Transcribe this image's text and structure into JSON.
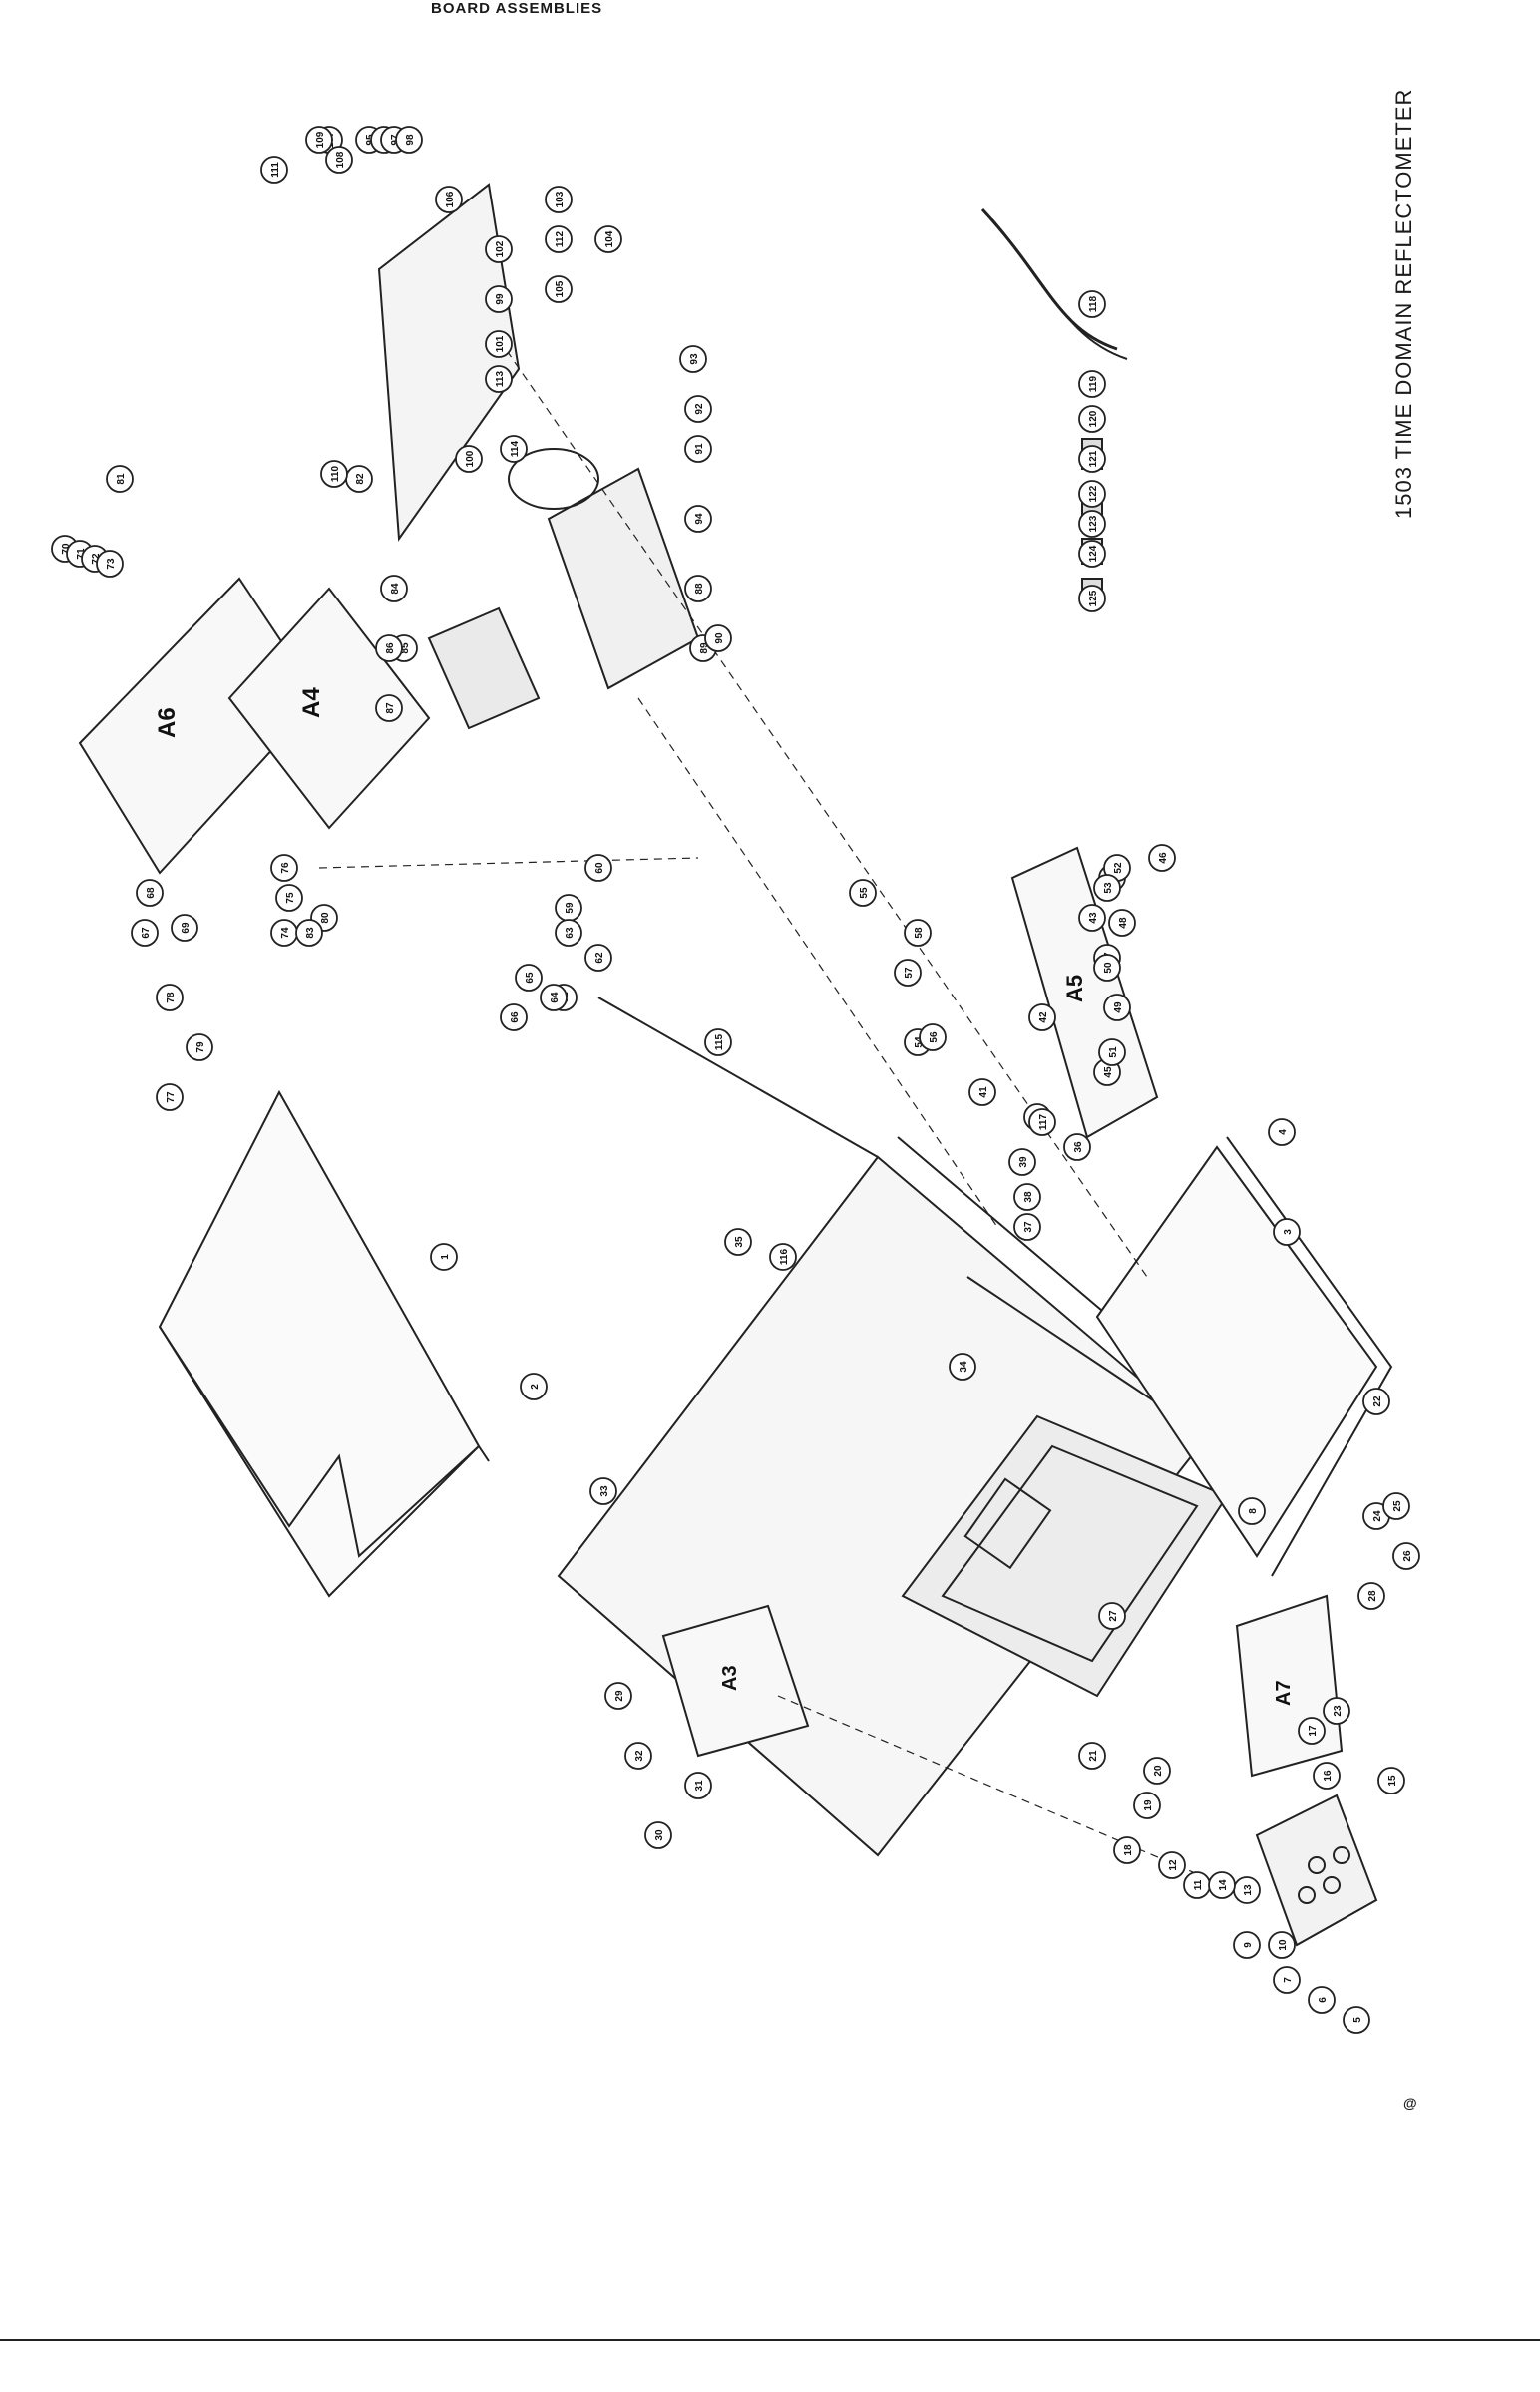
{
  "header": {
    "title": "BOARD ASSEMBLIES"
  },
  "side_title": "1503 TIME DOMAIN REFLECTOMETER",
  "page_mark": "@",
  "boards": [
    "A6",
    "A4",
    "A5",
    "A3",
    "A7"
  ],
  "callouts": [
    "1",
    "2",
    "3",
    "4",
    "5",
    "6",
    "7",
    "8",
    "9",
    "10",
    "11",
    "12",
    "13",
    "14",
    "15",
    "16",
    "17",
    "18",
    "19",
    "20",
    "21",
    "22",
    "23",
    "24",
    "25",
    "26",
    "27",
    "28",
    "29",
    "30",
    "31",
    "32",
    "33",
    "34",
    "35",
    "36",
    "37",
    "38",
    "39",
    "40",
    "41",
    "42",
    "43",
    "44",
    "45",
    "46",
    "47",
    "48",
    "49",
    "50",
    "51",
    "52",
    "53",
    "54",
    "55",
    "56",
    "57",
    "58",
    "59",
    "60",
    "61",
    "62",
    "63",
    "64",
    "65",
    "66",
    "67",
    "68",
    "69",
    "70",
    "71",
    "72",
    "73",
    "74",
    "75",
    "76",
    "77",
    "78",
    "79",
    "80",
    "81",
    "82",
    "83",
    "84",
    "85",
    "86",
    "87",
    "88",
    "89",
    "90",
    "91",
    "92",
    "93",
    "94",
    "95",
    "96",
    "97",
    "98",
    "99",
    "100",
    "101",
    "102",
    "103",
    "104",
    "105",
    "106",
    "107",
    "108",
    "109",
    "110",
    "111",
    "112",
    "113",
    "114",
    "115",
    "116",
    "117",
    "118",
    "119",
    "120",
    "121",
    "122",
    "123",
    "124",
    "125"
  ]
}
